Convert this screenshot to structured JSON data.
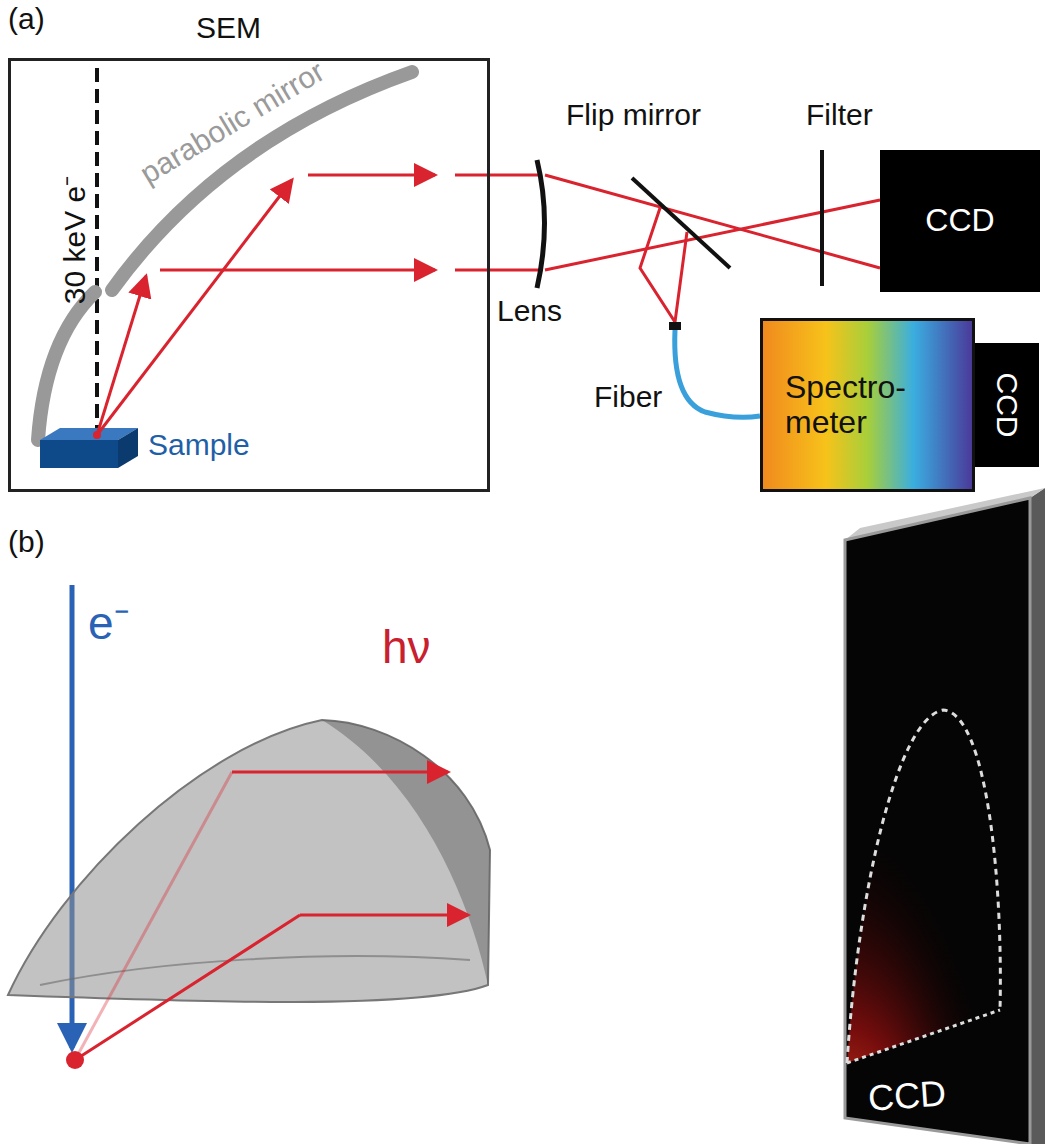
{
  "diagram": {
    "nodes": [
      {
        "text": [
          "SEM"
        ]
      },
      {
        "text": [
          "CCD"
        ]
      },
      {
        "text": [
          "Spectro- meter"
        ]
      },
      {
        "text": [
          "CCD"
        ]
      },
      {
        "text": [
          "CCD"
        ]
      }
    ],
    "labels": [
      "(a)",
      "30 keV e⁻",
      "parabolic mirror",
      "Sample",
      "Lens",
      "Flip mirror",
      "Filter",
      "Fiber",
      "(b)",
      "e⁻",
      "hν"
    ]
  }
}
